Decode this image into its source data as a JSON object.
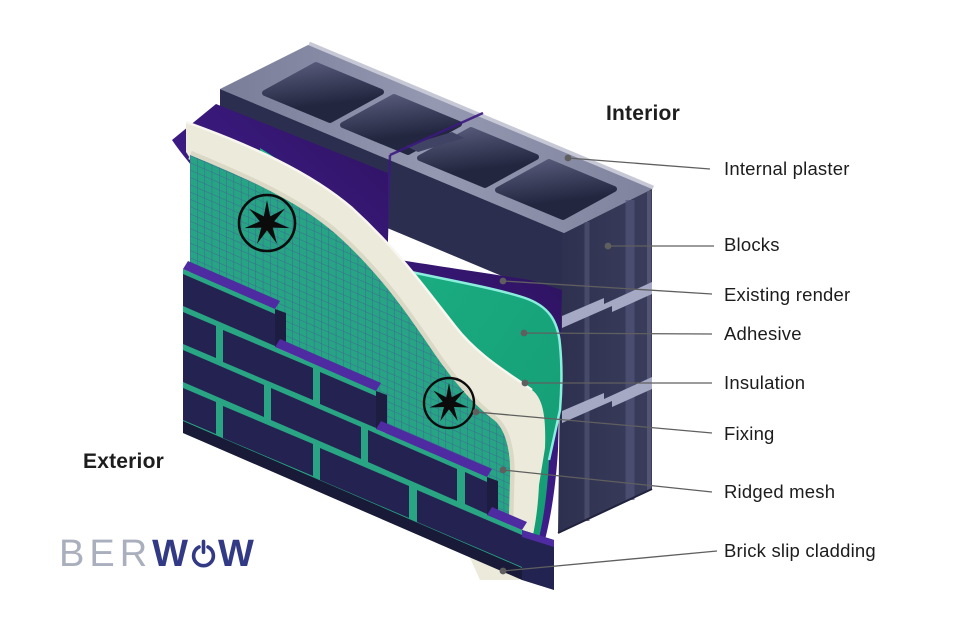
{
  "side_labels": {
    "interior": "Interior",
    "exterior": "Exterior"
  },
  "layers": [
    {
      "name": "internal-plaster",
      "label": "Internal plaster"
    },
    {
      "name": "blocks",
      "label": "Blocks"
    },
    {
      "name": "existing-render",
      "label": "Existing render"
    },
    {
      "name": "adhesive",
      "label": "Adhesive"
    },
    {
      "name": "insulation",
      "label": "Insulation"
    },
    {
      "name": "fixing",
      "label": "Fixing"
    },
    {
      "name": "ridged-mesh",
      "label": "Ridged mesh"
    },
    {
      "name": "brick-slip-cladding",
      "label": "Brick slip cladding"
    }
  ],
  "logo": {
    "full_name": "BERWOW",
    "part1": "BER",
    "w1": "W",
    "w2": "W"
  },
  "icons": [
    "fixing-star-icon",
    "power-button-icon"
  ],
  "colors": {
    "background": "#ffffff",
    "block_side": "#33355200",
    "block_top": "#9093ac",
    "block_face": "#2c2e4f",
    "internal_plaster": "#c6c8d6",
    "block_mortar": "#a6a9c4",
    "existing_render": "#41208c",
    "adhesive": "#18a57d",
    "adhesive_highlight": "#8beedd",
    "insulation": "#eceadb",
    "mesh": "#27a483",
    "mesh_grid": "#4b4ea2",
    "brick": "#232251",
    "brick_mortar": "#2aa584",
    "brick_top": "#4e2ba0",
    "leader_line": "#5f5f5f",
    "label_text": "#1c1c1c",
    "logo_light": "#a9afbd",
    "logo_dark": "#333a85"
  }
}
